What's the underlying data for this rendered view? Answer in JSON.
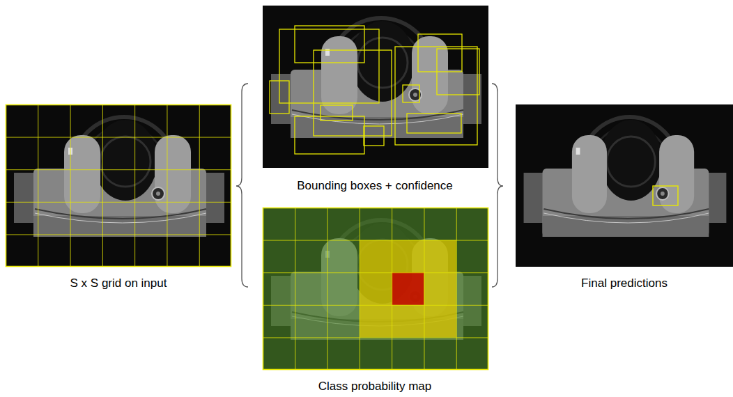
{
  "diagram": {
    "labels": [
      "S x S grid on input",
      "Bounding boxes + confidence",
      "Class probability map",
      "Final predictions"
    ]
  }
}
